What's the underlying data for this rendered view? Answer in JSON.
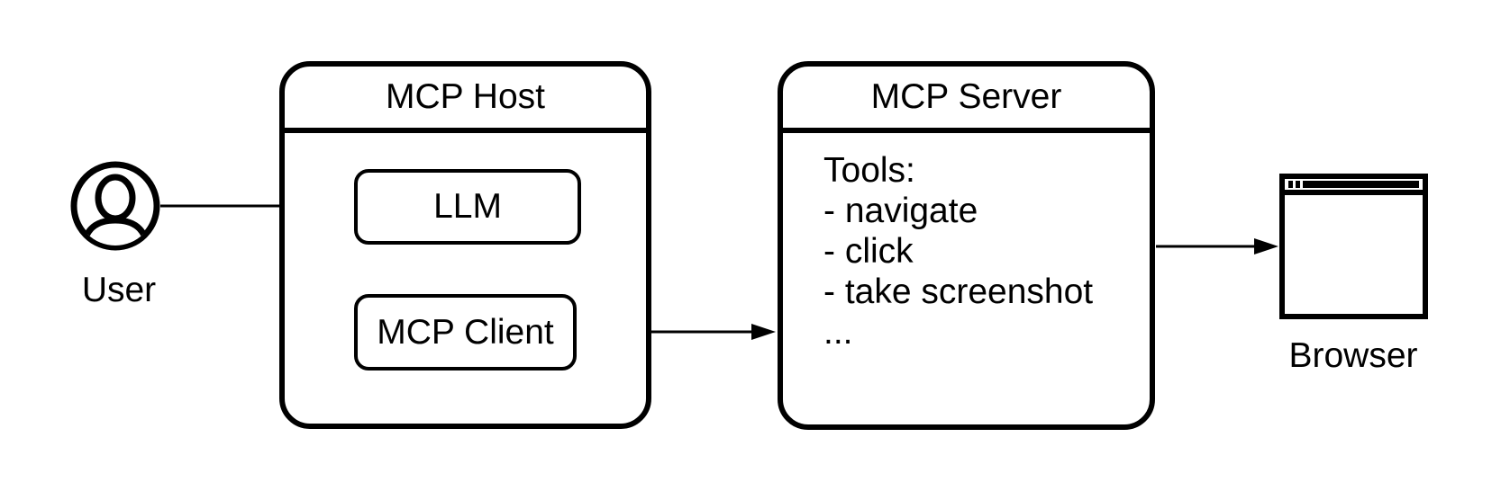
{
  "user": {
    "label": "User"
  },
  "host": {
    "title": "MCP Host",
    "llm_label": "LLM",
    "client_label": "MCP Client"
  },
  "server": {
    "title": "MCP Server",
    "tools": [
      "Tools:",
      "- navigate",
      "- click",
      "- take screenshot",
      "..."
    ]
  },
  "browser": {
    "label": "Browser"
  },
  "colors": {
    "line": "#000000",
    "background": "#ffffff"
  }
}
